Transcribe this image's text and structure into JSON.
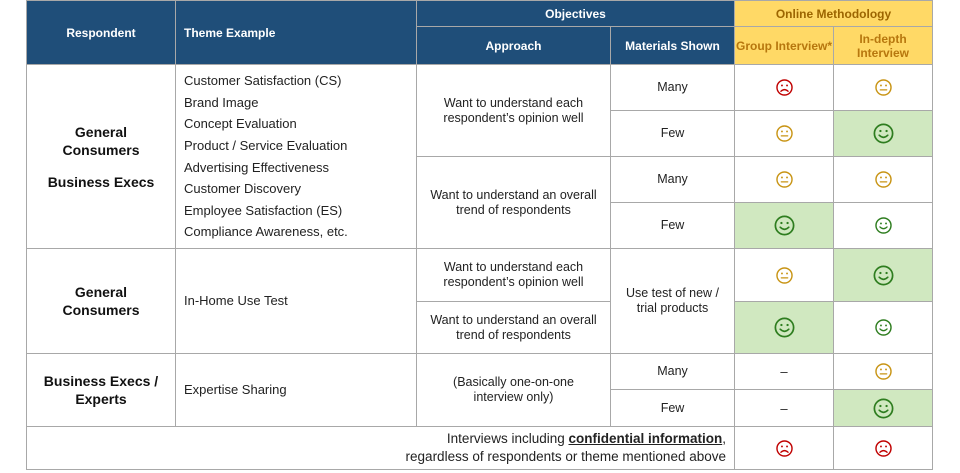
{
  "header": {
    "respondent": "Respondent",
    "theme_example": "Theme Example",
    "objectives": "Objectives",
    "online_methodology": "Online Methodology",
    "approach": "Approach",
    "materials_shown": "Materials Shown",
    "group_interview": "Group Interview*",
    "in_depth_interview": "In-depth Interview"
  },
  "respondents": {
    "general_consumers": "General Consumers",
    "business_execs": "Business Execs",
    "business_execs_experts": "Business Execs / Experts"
  },
  "themes": {
    "list": [
      "Customer Satisfaction (CS)",
      "Brand Image",
      "Concept Evaluation",
      "Product / Service Evaluation",
      "Advertising Effectiveness",
      "Customer Discovery",
      "Employee Satisfaction (ES)",
      "Compliance Awareness, etc."
    ],
    "in_home": "In-Home Use Test",
    "expertise": "Expertise Sharing"
  },
  "approaches": {
    "opinion": "Want to understand each respondent’s opinion well",
    "trend": "Want to understand an overall trend of respondents",
    "one_on_one": "(Basically one-on-one interview only)"
  },
  "materials": {
    "many": "Many",
    "few": "Few",
    "use_test": "Use test of new / trial products"
  },
  "ratings": {
    "dash": "–",
    "legend": {
      "good": "smiley-face",
      "neutral": "neutral-face",
      "bad": "frowning-face"
    }
  },
  "footer": {
    "text_before": "Interviews including ",
    "text_emphasis": "confidential information",
    "text_after": ",",
    "line2": "regardless of respondents or theme mentioned above"
  },
  "colors": {
    "header_navy": "#1f4e79",
    "header_yellow": "#ffd966",
    "good_green_bg": "#d0e8c0",
    "good_face": "#2e7d1f",
    "neutral_face": "#c89414",
    "bad_face": "#c00000"
  }
}
